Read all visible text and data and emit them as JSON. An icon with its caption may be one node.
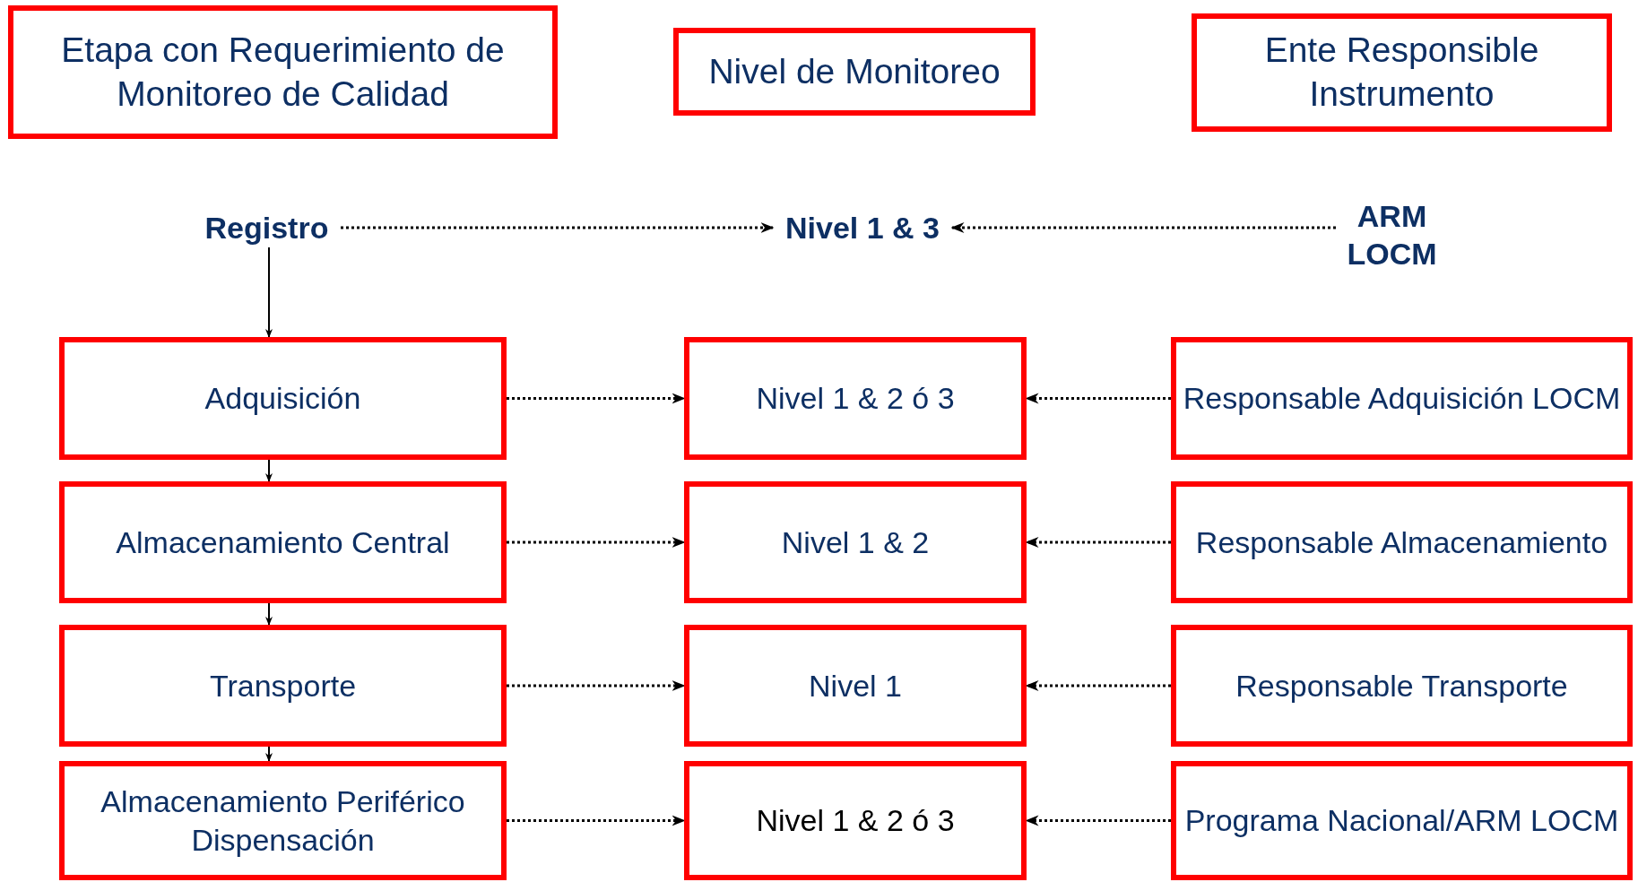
{
  "diagram": {
    "nodes": [
      {
        "text": [
          "Etapa con  Requerimiento  de Monitoreo de Calidad"
        ]
      },
      {
        "text": [
          "Nivel de Monitoreo"
        ]
      },
      {
        "text": [
          "Ente Responsible Instrumento"
        ]
      },
      {
        "text": [
          "Registro"
        ]
      },
      {
        "text": [
          "Nivel 1 & 3"
        ]
      },
      {
        "text": [
          "ARM LOCM"
        ]
      },
      {
        "text": [
          "Adquisición"
        ]
      },
      {
        "text": [
          "Nivel 1 & 2 ó 3"
        ]
      },
      {
        "text": [
          "Responsable Adquisición LOCM"
        ]
      },
      {
        "text": [
          "Almacenamiento Central"
        ]
      },
      {
        "text": [
          "Nivel 1 & 2"
        ]
      },
      {
        "text": [
          "Responsable Almacenamiento"
        ]
      },
      {
        "text": [
          "Transporte"
        ]
      },
      {
        "text": [
          "Nivel 1"
        ]
      },
      {
        "text": [
          "Responsable Transporte"
        ]
      },
      {
        "text": [
          "Almacenamiento Periférico Dispensación"
        ]
      },
      {
        "text": [
          "Nivel 1 & 2 ó 3"
        ]
      },
      {
        "text": [
          "Programa Nacional/ARM LOCM"
        ]
      }
    ],
    "edges": [
      {
        "from": 3,
        "to": 4,
        "arrow": "to",
        "style": "dashed"
      },
      {
        "from": 5,
        "to": 4,
        "arrow": "to",
        "style": "dashed"
      },
      {
        "from": 3,
        "to": 6,
        "arrow": "to"
      },
      {
        "from": 6,
        "to": 7,
        "arrow": "to",
        "style": "dashed"
      },
      {
        "from": 8,
        "to": 7,
        "arrow": "to",
        "style": "dashed"
      },
      {
        "from": 6,
        "to": 9,
        "arrow": "to"
      },
      {
        "from": 9,
        "to": 10,
        "arrow": "to",
        "style": "dashed"
      },
      {
        "from": 11,
        "to": 10,
        "arrow": "to",
        "style": "dashed"
      },
      {
        "from": 9,
        "to": 12,
        "arrow": "to"
      },
      {
        "from": 12,
        "to": 13,
        "arrow": "to",
        "style": "dashed"
      },
      {
        "from": 14,
        "to": 13,
        "arrow": "to",
        "style": "dashed"
      },
      {
        "from": 12,
        "to": 15,
        "arrow": "to"
      },
      {
        "from": 15,
        "to": 16,
        "arrow": "to",
        "style": "dashed"
      },
      {
        "from": 17,
        "to": 16,
        "arrow": "to",
        "style": "dashed"
      }
    ]
  }
}
